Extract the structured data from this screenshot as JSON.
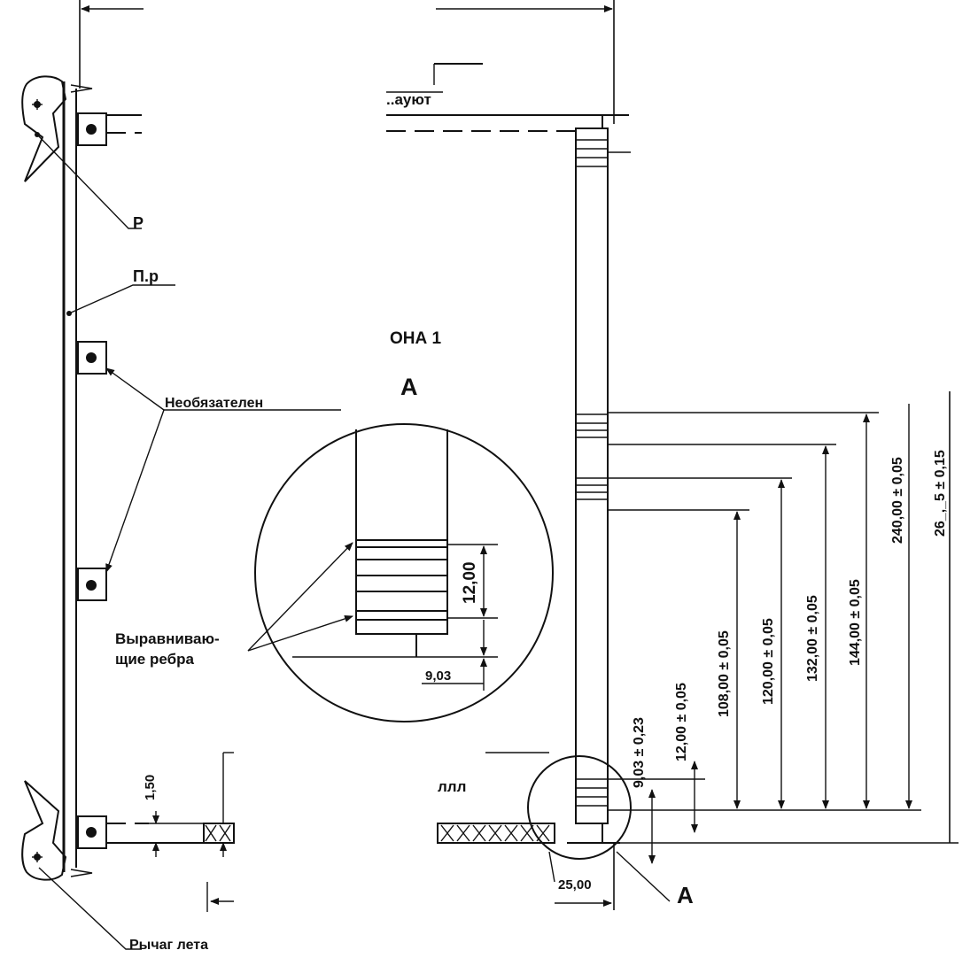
{
  "labels": {
    "top_fragment": "..ауют",
    "left_top_fragment": "Р",
    "left_mid_fragment": "П.р",
    "zone_fragment": "ОНА 1",
    "view_a": "A",
    "view_a_bottom": "А",
    "optional": "Необязателен",
    "ribs_line1": "Выравниваю-",
    "ribs_line2": "щие ребра",
    "bottom_fragment": "ллл",
    "bottom_left_fragment": "Рычаг лета"
  },
  "dimensions": {
    "detail_12": "12,00",
    "detail_903": "9,03",
    "d150": "1,50",
    "d2500": "25,00",
    "d903_tol": "9,03 ± 0,23",
    "d12_tol": "12,00 ± 0,05",
    "d108": "108,00 ± 0,05",
    "d120": "120,00 ± 0,05",
    "d132": "132,00 ± 0,05",
    "d144": "144,00 ± 0,05",
    "d240": "240,00 ± 0,05",
    "d26x": "26_,_5 ± 0,15"
  },
  "colors": {
    "ink": "#111111",
    "paper": "#ffffff"
  }
}
